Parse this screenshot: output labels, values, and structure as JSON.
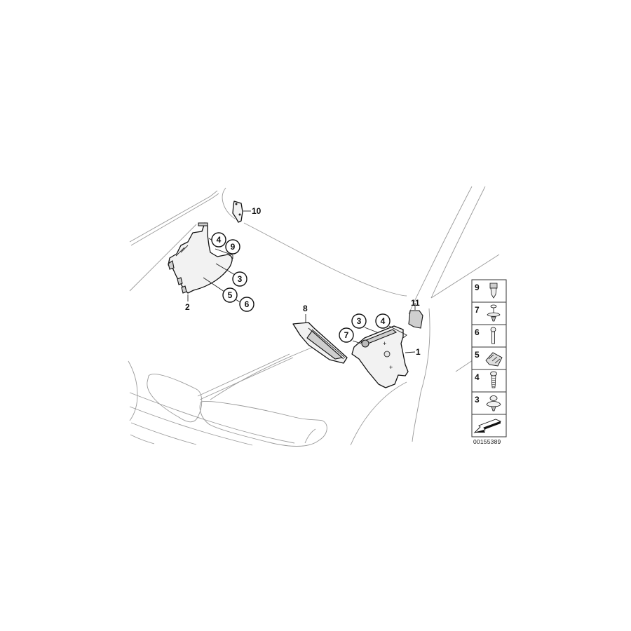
{
  "diagram": {
    "type": "parts-exploded-view",
    "document_number": "00155389",
    "plain_labels": [
      {
        "id": "label-1",
        "text": "1"
      },
      {
        "id": "label-2",
        "text": "2"
      },
      {
        "id": "label-8",
        "text": "8"
      },
      {
        "id": "label-10",
        "text": "10"
      },
      {
        "id": "label-11",
        "text": "11"
      }
    ],
    "circled_callouts_left": [
      {
        "id": "c-left-4",
        "text": "4"
      },
      {
        "id": "c-left-9",
        "text": "9"
      },
      {
        "id": "c-left-3",
        "text": "3"
      },
      {
        "id": "c-left-5",
        "text": "5"
      },
      {
        "id": "c-left-6",
        "text": "6"
      }
    ],
    "circled_callouts_right": [
      {
        "id": "c-right-3",
        "text": "3"
      },
      {
        "id": "c-right-4",
        "text": "4"
      },
      {
        "id": "c-right-7",
        "text": "7"
      }
    ],
    "legend": {
      "items": [
        {
          "number": "9",
          "icon": "clip-icon"
        },
        {
          "number": "7",
          "icon": "rivet-with-washer-icon"
        },
        {
          "number": "6",
          "icon": "bolt-icon"
        },
        {
          "number": "5",
          "icon": "spring-nut-icon"
        },
        {
          "number": "4",
          "icon": "screw-icon"
        },
        {
          "number": "3",
          "icon": "expanding-rivet-icon"
        }
      ],
      "footer_icon": "direction-arrow-icon"
    }
  }
}
